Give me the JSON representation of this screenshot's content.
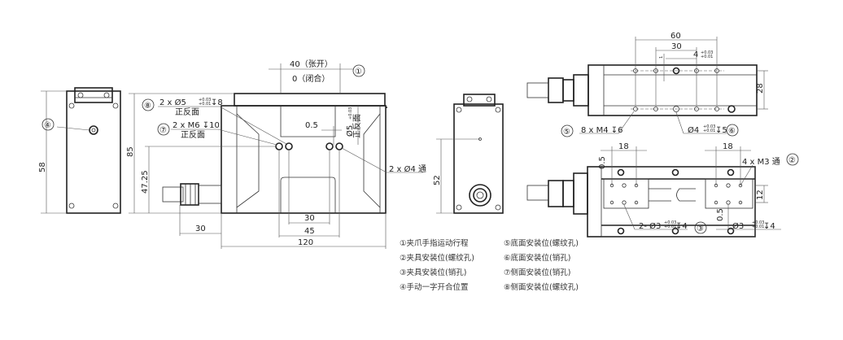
{
  "dimensions": {
    "stroke_open": "40（张开）",
    "stroke_closed": "0（闭合）",
    "height_total": "85",
    "height_side_hole": "47.25",
    "side_view_58": "58",
    "side_view_52": "52",
    "pin_spacing_30": "30",
    "thread_spacing_45": "45",
    "width_120": "120",
    "cable_30": "30",
    "offset_05": "0.5",
    "top_60": "60",
    "top_30": "30",
    "top_4": "4",
    "top_1": "1",
    "top_28": "28",
    "bottom_18_left": "18",
    "bottom_18_right": "18",
    "bottom_05_top": "0.5",
    "bottom_05_bottom": "0.5",
    "bottom_12": "12"
  },
  "callouts": {
    "c1": "①",
    "c2": "②",
    "c3": "③",
    "c4": "④",
    "c5": "⑤",
    "c6": "⑥",
    "c7": "⑦",
    "c8": "⑧",
    "side_pin": "2 x   Ø5",
    "side_pin_depth": "↧8",
    "both_sides_1": "正反面",
    "side_thread": "2 x M6 ↧10",
    "both_sides_2": "正反面",
    "pin_vertical": "Ø5",
    "both_sides_3": "正反面",
    "through_hole": "2 x   Ø4 通",
    "bottom_thread": "8 x M4 ↧6",
    "bottom_pin": "Ø4",
    "bottom_pin_depth": "↧5",
    "fixture_thread": "4 x M3 通",
    "fixture_pin_left": "2- Ø3",
    "fixture_pin_left_depth": "↧4",
    "fixture_pin_right": "Ø3",
    "fixture_pin_right_depth": "↧4",
    "tol_plus": "+0.03",
    "tol_minus": "+0.01"
  },
  "legend": [
    "①夹爪手指运动行程",
    "②夹具安装位(螺纹孔)",
    "③夹具安装位(销孔)",
    "④手动一字开合位置",
    "⑤底面安装位(螺纹孔)",
    "⑥底面安装位(销孔)",
    "⑦侧面安装位(销孔)",
    "⑧侧面安装位(螺纹孔)"
  ]
}
